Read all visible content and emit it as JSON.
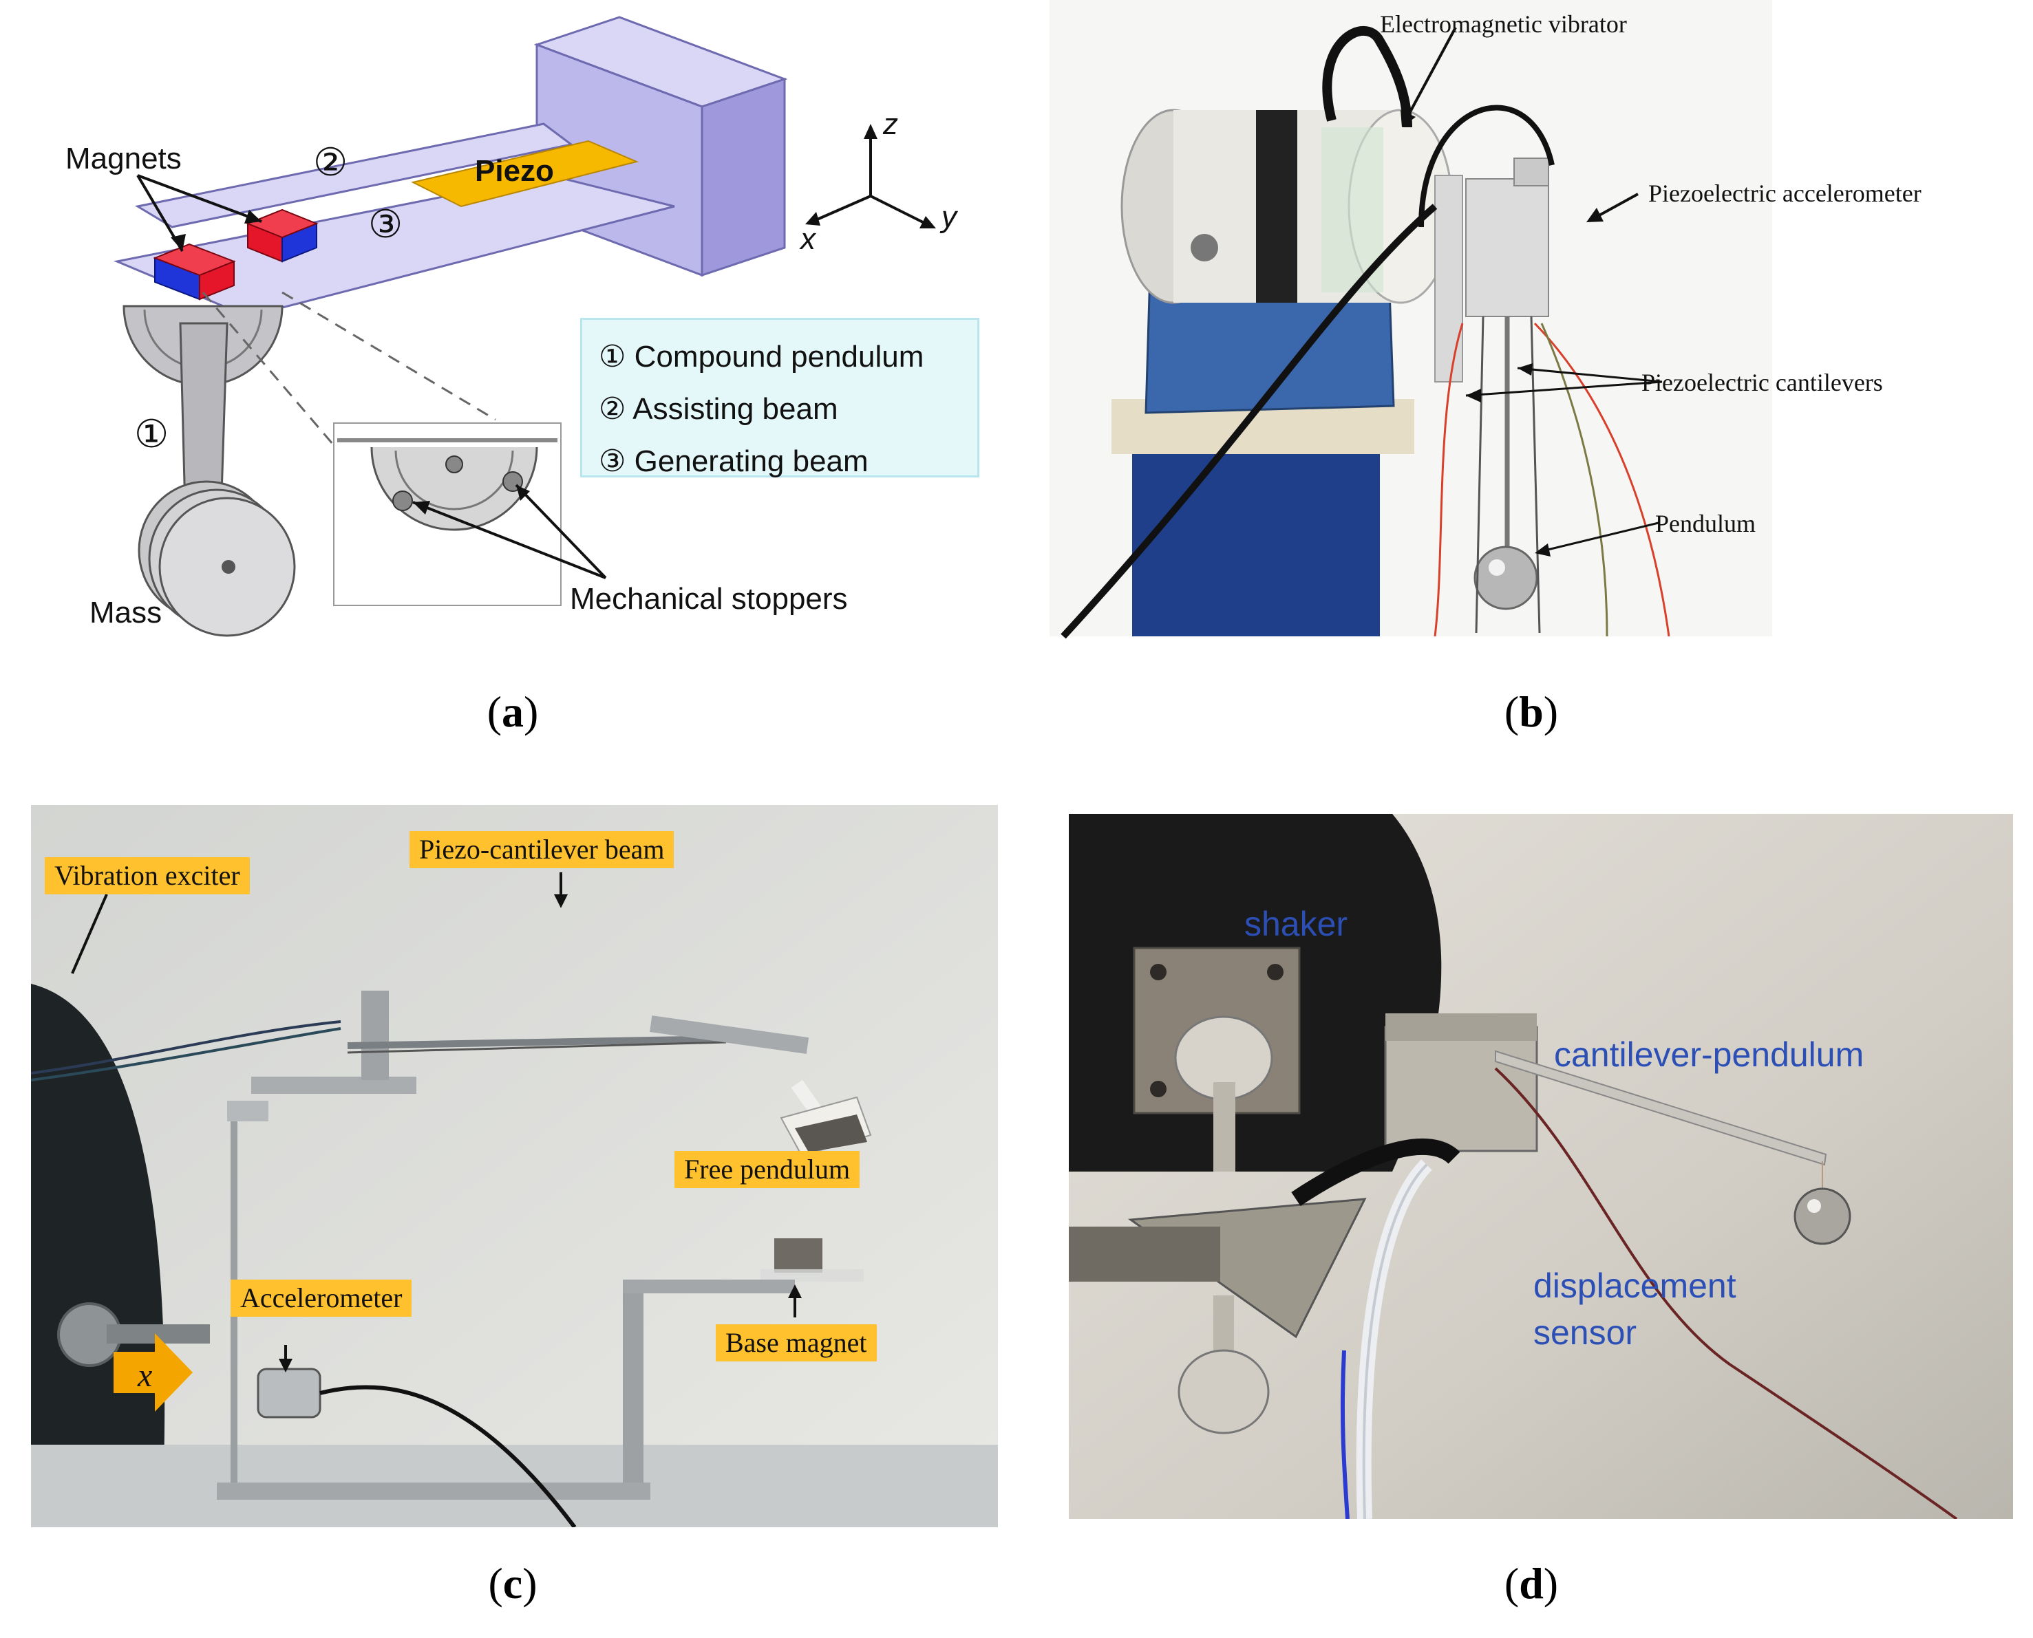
{
  "panel_a": {
    "magnets_label": "Magnets",
    "piezo_label": "Piezo",
    "num_1": "①",
    "num_2": "②",
    "num_3": "③",
    "mass_label": "Mass",
    "stoppers_label": "Mechanical stoppers",
    "axis_x": "x",
    "axis_y": "y",
    "axis_z": "z",
    "legend": [
      "① Compound pendulum",
      "② Assisting beam",
      "③ Generating beam"
    ]
  },
  "panel_b": {
    "vibrator_label": "Electromagnetic vibrator",
    "accelerometer_label": "Piezoelectric accelerometer",
    "cantilevers_label": "Piezoelectric cantilevers",
    "pendulum_label": "Pendulum"
  },
  "panel_c": {
    "exciter_label": "Vibration exciter",
    "beam_label": "Piezo-cantilever beam",
    "free_pendulum_label": "Free pendulum",
    "accelerometer_label": "Accelerometer",
    "base_magnet_label": "Base magnet",
    "x_label": "x"
  },
  "panel_d": {
    "shaker_label": "shaker",
    "cantilever_label": "cantilever-pendulum",
    "sensor_label_1": "displacement",
    "sensor_label_2": "sensor"
  },
  "captions": {
    "a": "a",
    "b": "b",
    "c": "c",
    "d": "d"
  },
  "colors": {
    "tag_orange": "#ffc12e",
    "label_blue": "#2c4fb6",
    "beam_lavender": "#d9d6f6",
    "magnet_red": "#e5162a",
    "magnet_blue": "#1f34d9"
  }
}
